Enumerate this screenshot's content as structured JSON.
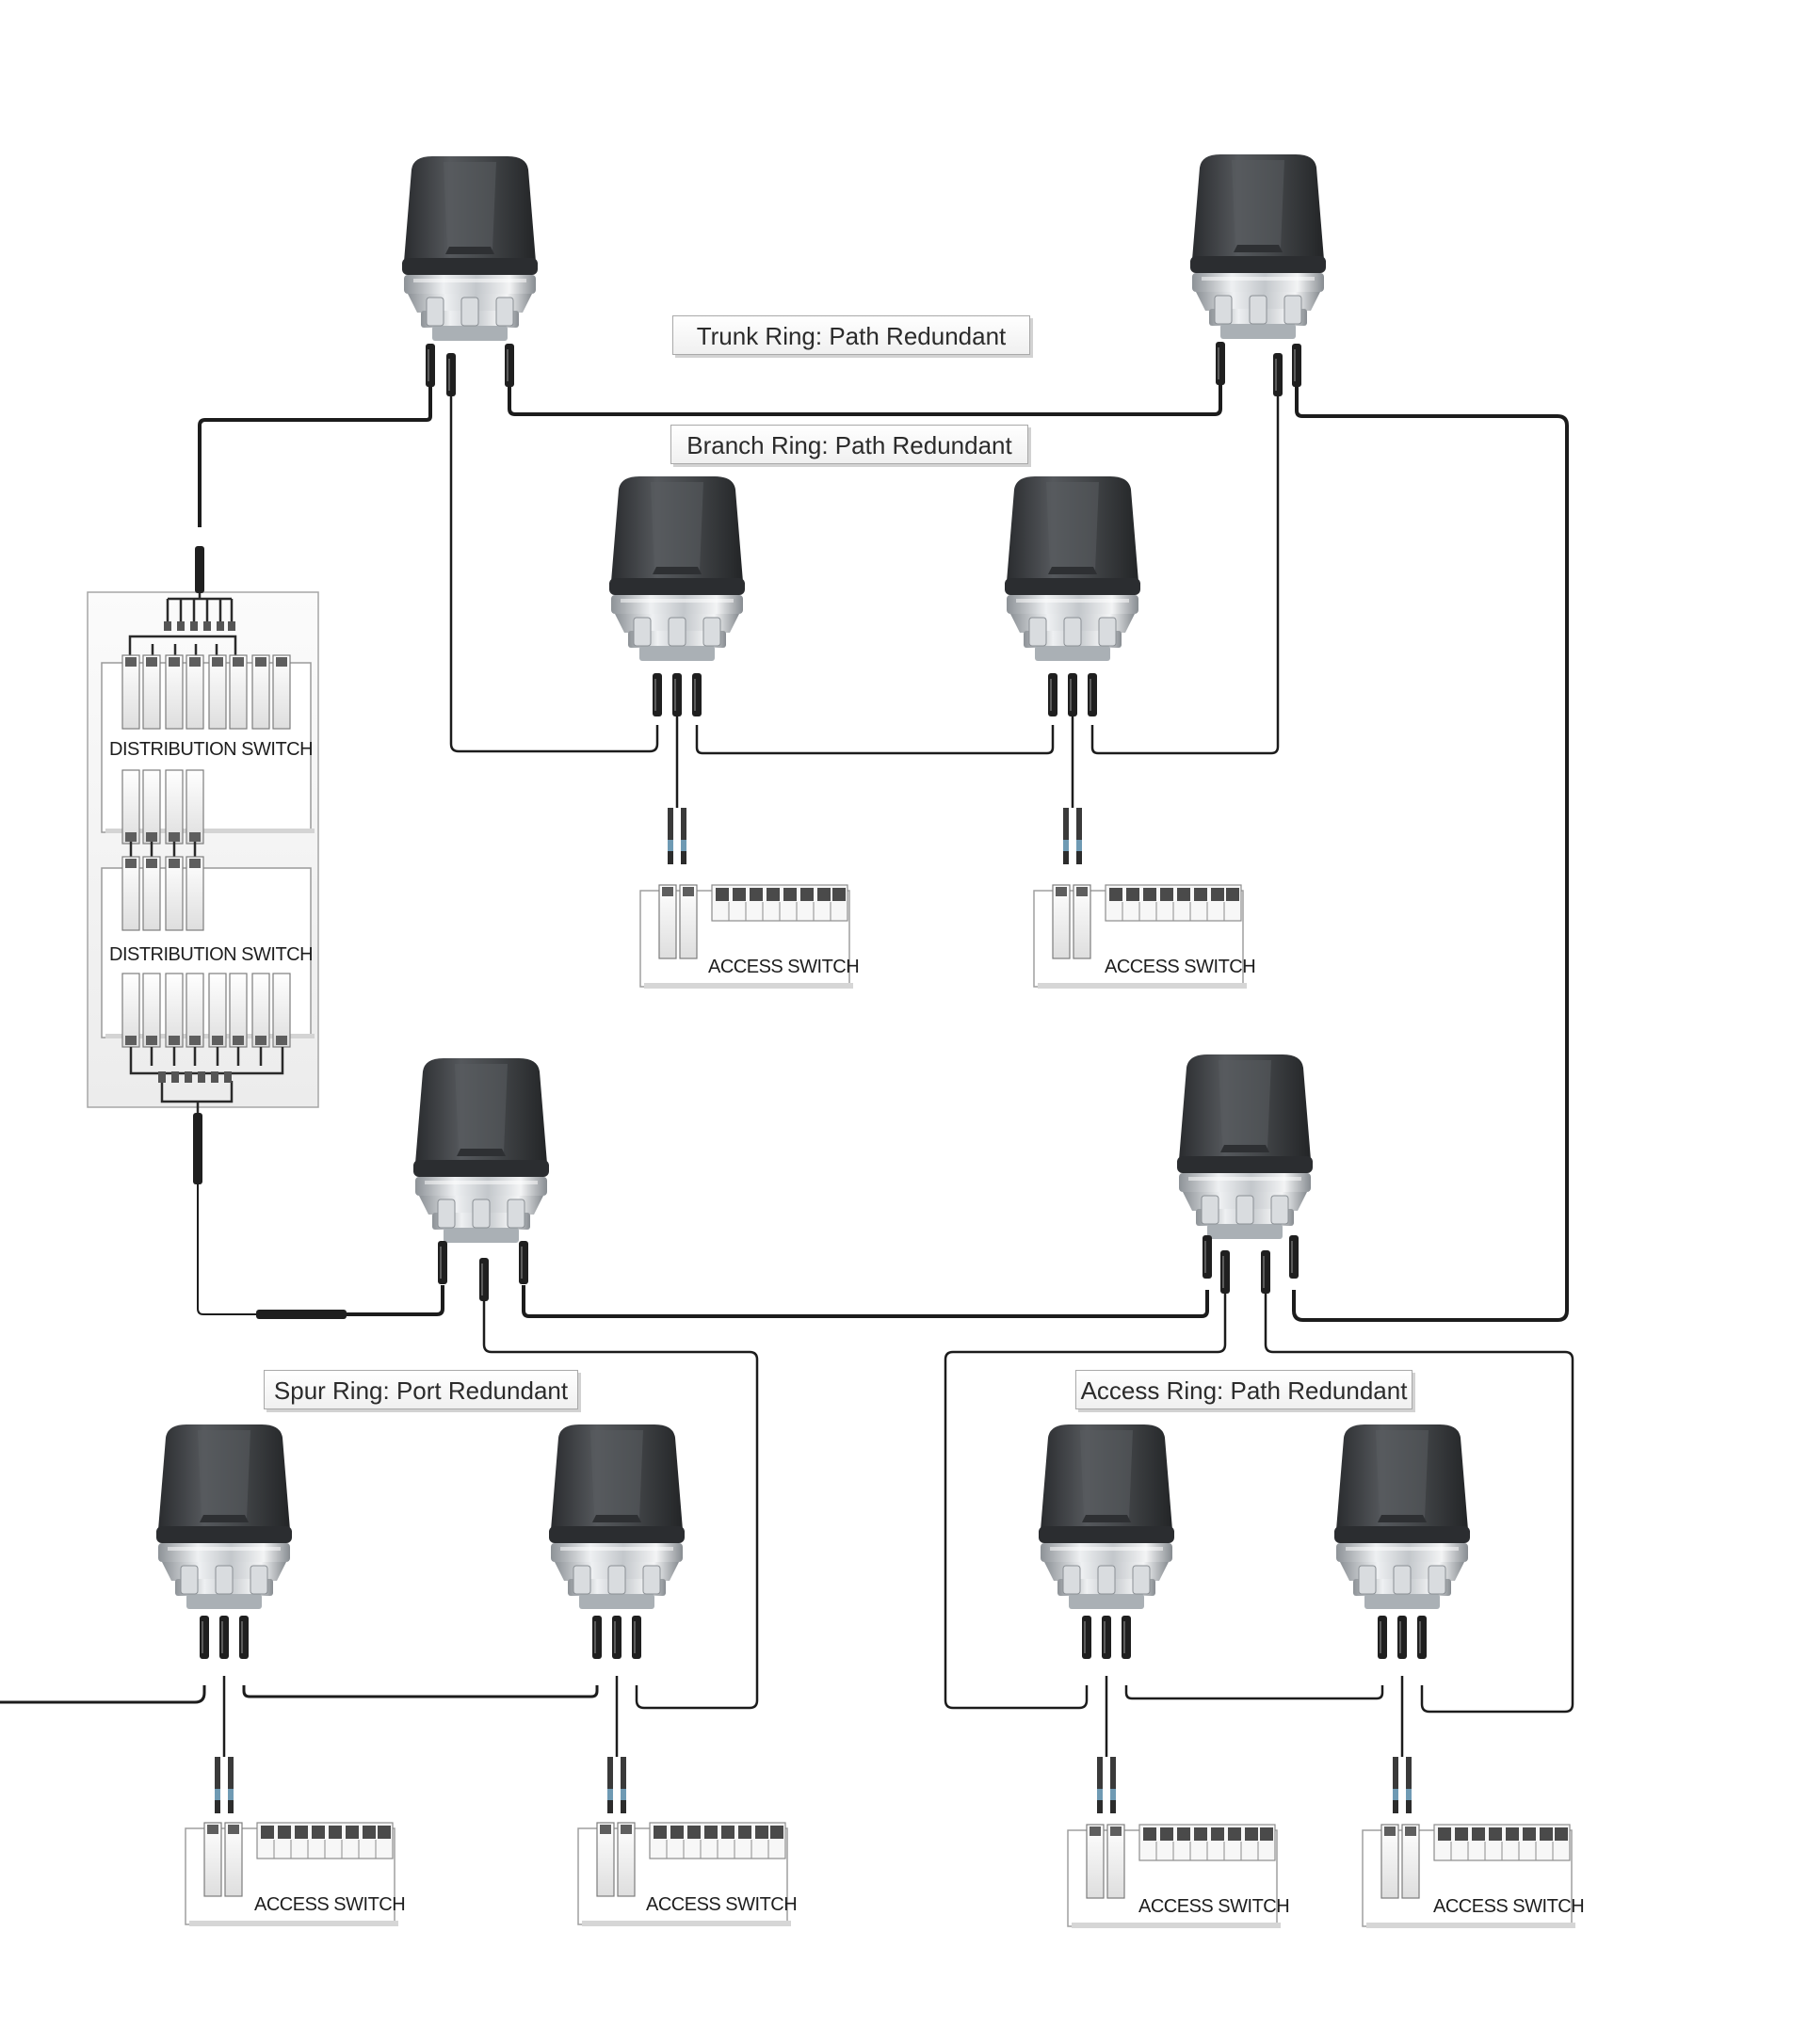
{
  "rings": {
    "trunk": "Trunk Ring: Path Redundant",
    "branch": "Branch Ring: Path Redundant",
    "spur": "Spur Ring: Port Redundant",
    "access": "Access Ring: Path Redundant"
  },
  "switches": {
    "distribution_label": "DISTRIBUTION SWITCH",
    "access_label": "ACCESS SWITCH"
  },
  "colors": {
    "cable": "#1c1c1c",
    "module_body": "#3e4043",
    "module_base": "#b9bdc2",
    "label_border": "#a9a9a9"
  }
}
